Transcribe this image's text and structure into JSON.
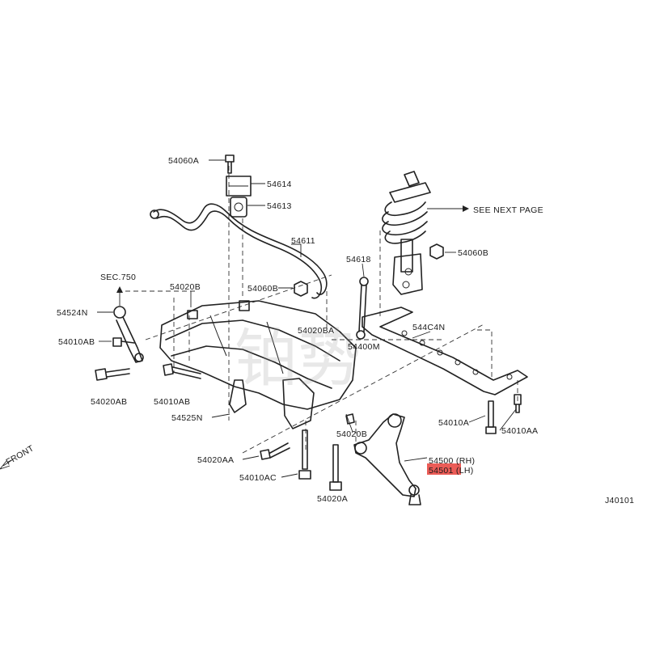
{
  "labels": {
    "54060A": "54060A",
    "54614": "54614",
    "54613": "54613",
    "54611": "54611",
    "54618": "54618",
    "54060B_upper": "54060B",
    "see_next_page": "SEE NEXT PAGE",
    "sec750": "SEC.750",
    "54524N": "54524N",
    "54010AB_left": "54010AB",
    "54020B_upper": "54020B",
    "54060B_lower": "54060B",
    "54020BA": "54020BA",
    "54400M": "54400M",
    "544C4N": "544C4N",
    "54020AB": "54020AB",
    "54010AB_mid": "54010AB",
    "54525N": "54525N",
    "54020B_lower": "54020B",
    "54010A": "54010A",
    "54010AA": "54010AA",
    "54500_rh": "54500 (RH)",
    "54501_lh": "54501 (LH)",
    "54020AA": "54020AA",
    "54010AC": "54010AC",
    "54020A": "54020A",
    "front": "FRONT",
    "diagram_id": "J40101"
  },
  "highlight": {
    "part": "54501",
    "color": "#e8403a"
  },
  "watermark": "铂势"
}
